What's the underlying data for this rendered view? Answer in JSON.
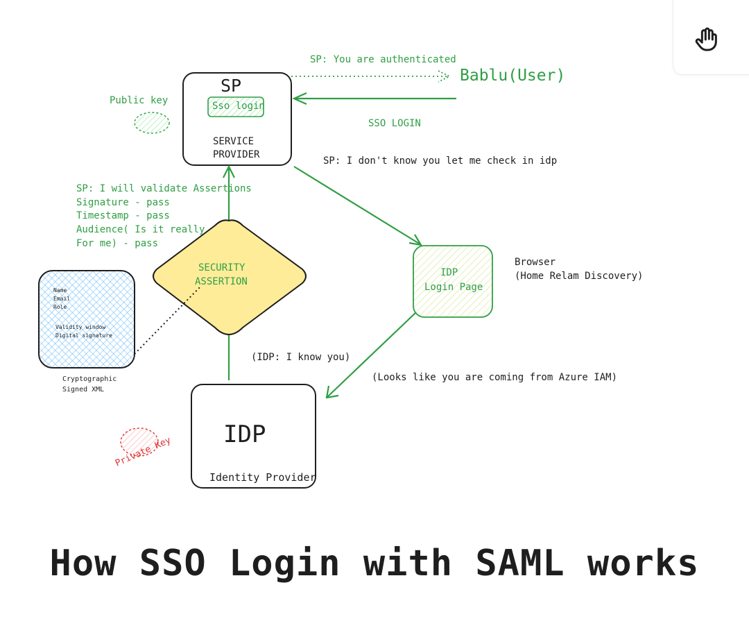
{
  "toolbar": {
    "hand_tool": "hand-icon"
  },
  "nodes": {
    "sp_box": {
      "title": "SP",
      "button": "Sso login",
      "subtitle_line1": "SERVICE",
      "subtitle_line2": "PROVIDER"
    },
    "user": {
      "label": "Bablu(User)"
    },
    "public_key": {
      "label": "Public key"
    },
    "security_assertion": {
      "line1": "SECURITY",
      "line2": "ASSERTION"
    },
    "idp_login_page": {
      "line1": "IDP",
      "line2": "Login Page"
    },
    "browser": {
      "line1": "Browser",
      "line2": "(Home Relam Discovery)"
    },
    "xml_doc": {
      "lines": [
        "Name",
        "Email",
        "Role",
        "",
        "Validity window",
        "Digital signature"
      ],
      "caption_line1": "Cryptographic",
      "caption_line2": "Signed XML"
    },
    "idp_box": {
      "title": "IDP",
      "subtitle": "Identity Provider"
    },
    "private_key": {
      "label": "Private Key"
    }
  },
  "edges": {
    "authenticated": "SP: You are authenticated",
    "sso_login": "SSO LOGIN",
    "check_idp": "SP: I don't know you let me check in idp",
    "validate": [
      "SP: I will validate Assertions",
      "Signature - pass",
      "Timestamp - pass",
      "Audience( Is it really",
      "For me) - pass"
    ],
    "idp_know": "(IDP: I know you)",
    "azure": "(Looks like you are coming from Azure IAM)"
  },
  "title": "How SSO Login with SAML works",
  "colors": {
    "green": "#2f9e44",
    "yellow": "#ffec99",
    "blue_hatch": "#a5d8ff",
    "red": "#e03131",
    "ink": "#1e1e1e"
  }
}
